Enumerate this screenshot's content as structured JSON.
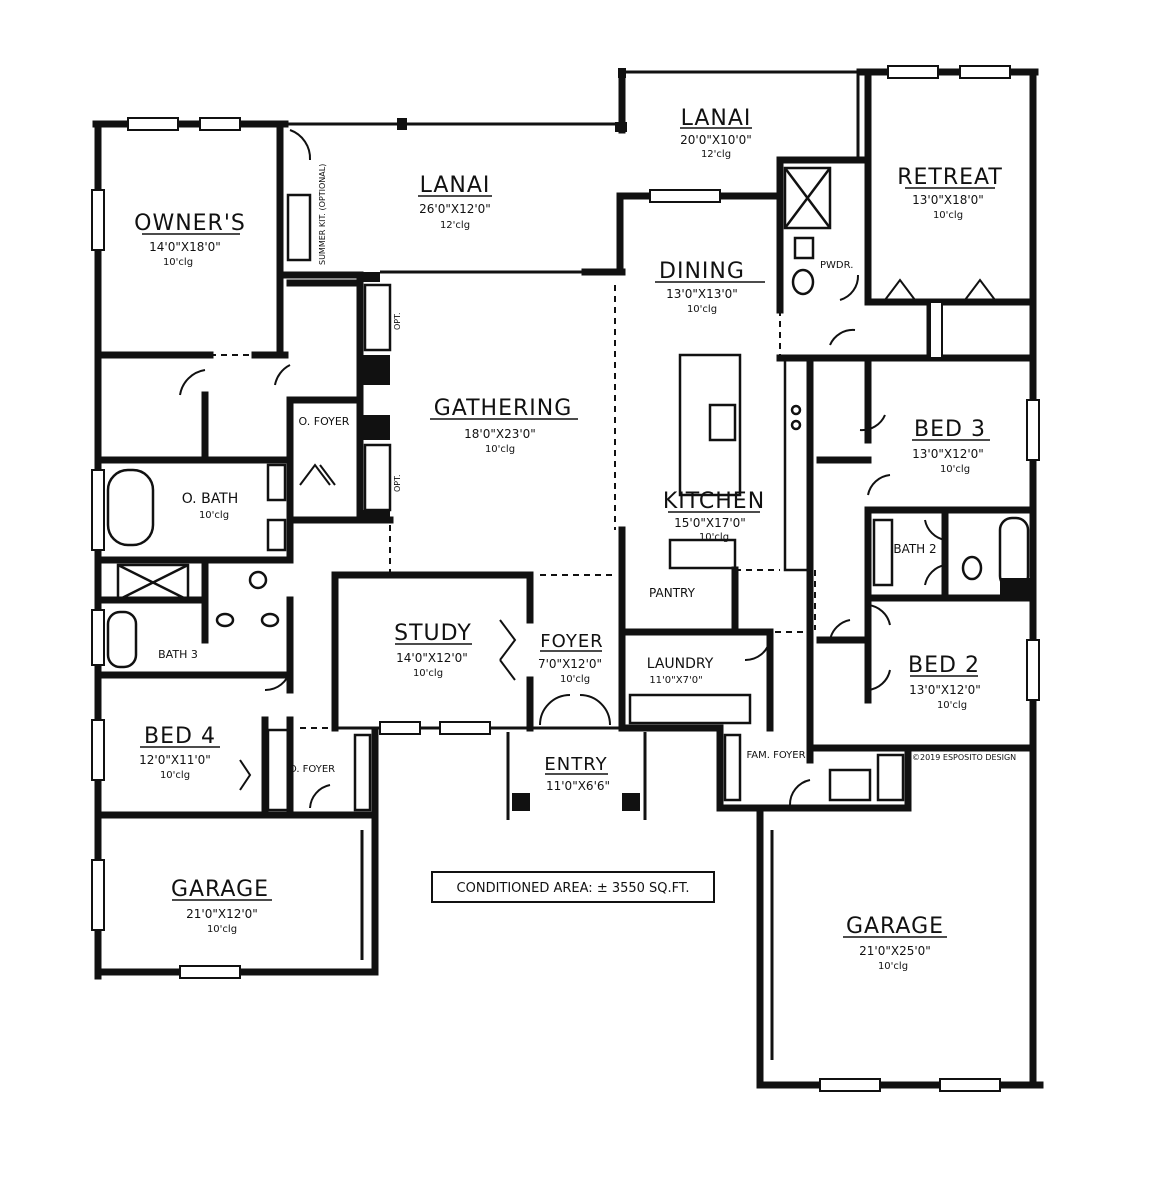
{
  "rooms": {
    "lanai_top": {
      "name": "LANAI",
      "dims": "20'0\"X10'0\"",
      "clg": "12'clg"
    },
    "lanai": {
      "name": "LANAI",
      "dims": "26'0\"X12'0\"",
      "clg": "12'clg"
    },
    "retreat": {
      "name": "RETREAT",
      "dims": "13'0\"X18'0\"",
      "clg": "10'clg"
    },
    "owners": {
      "name": "OWNER'S",
      "dims": "14'0\"X18'0\"",
      "clg": "10'clg"
    },
    "dining": {
      "name": "DINING",
      "dims": "13'0\"X13'0\"",
      "clg": "10'clg"
    },
    "gathering": {
      "name": "GATHERING",
      "dims": "18'0\"X23'0\"",
      "clg": "10'clg"
    },
    "bed3": {
      "name": "BED 3",
      "dims": "13'0\"X12'0\"",
      "clg": "10'clg"
    },
    "obath": {
      "name": "O. BATH",
      "clg": "10'clg"
    },
    "ofoyer": {
      "name": "O. FOYER"
    },
    "kitchen": {
      "name": "KITCHEN",
      "dims": "15'0\"X17'0\"",
      "clg": "10'clg"
    },
    "bath2": {
      "name": "BATH 2"
    },
    "pantry": {
      "name": "PANTRY"
    },
    "study": {
      "name": "STUDY",
      "dims": "14'0\"X12'0\"",
      "clg": "10'clg"
    },
    "foyer": {
      "name": "FOYER",
      "dims": "7'0\"X12'0\"",
      "clg": "10'clg"
    },
    "laundry": {
      "name": "LAUNDRY",
      "dims": "11'0\"X7'0\""
    },
    "bed2": {
      "name": "BED 2",
      "dims": "13'0\"X12'0\"",
      "clg": "10'clg"
    },
    "bath3": {
      "name": "BATH 3"
    },
    "bed4": {
      "name": "BED 4",
      "dims": "12'0\"X11'0\"",
      "clg": "10'clg"
    },
    "ofoyer2": {
      "name": "O. FOYER"
    },
    "entry": {
      "name": "ENTRY",
      "dims": "11'0\"X6'6\""
    },
    "famfoyer": {
      "name": "FAM. FOYER"
    },
    "garage_left": {
      "name": "GARAGE",
      "dims": "21'0\"X12'0\"",
      "clg": "10'clg"
    },
    "garage_right": {
      "name": "GARAGE",
      "dims": "21'0\"X25'0\"",
      "clg": "10'clg"
    }
  },
  "labels": {
    "pwdr": "PWDR.",
    "opt1": "OPT.",
    "opt2": "OPT.",
    "summer_kit": "SUMMER KIT. (OPTIONAL)",
    "conditioned_area": "CONDITIONED AREA: ± 3550 SQ.FT.",
    "copyright": "©2019 ESPOSITO DESIGN"
  }
}
